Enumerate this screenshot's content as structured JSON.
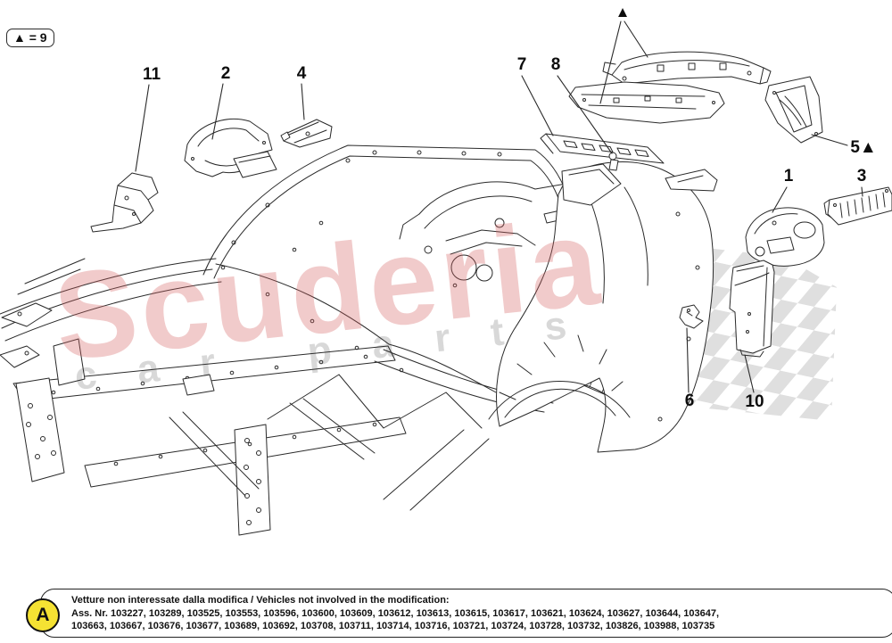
{
  "legend": {
    "text": "▲ = 9"
  },
  "watermark": {
    "text": "Scuderia",
    "subtext": "car parts"
  },
  "diagram": {
    "triangle_symbol": "▲",
    "callouts": [
      {
        "label": "11"
      },
      {
        "label": "2"
      },
      {
        "label": "4"
      },
      {
        "label": "7"
      },
      {
        "label": "8"
      },
      {
        "label": "5▲"
      },
      {
        "label": "1"
      },
      {
        "label": "3"
      },
      {
        "label": "6"
      },
      {
        "label": "10"
      }
    ]
  },
  "note": {
    "badge": "A",
    "title": "Vetture non interessate dalla modifica / Vehicles not involved in the modification:",
    "line2": "Ass. Nr. 103227, 103289, 103525, 103553, 103596, 103600, 103609, 103612, 103613, 103615, 103617, 103621, 103624, 103627, 103644, 103647,",
    "line3": "103663, 103667, 103676, 103677, 103689, 103692, 103708, 103711, 103714, 103716, 103721, 103724, 103728, 103732, 103826, 103988, 103735"
  }
}
